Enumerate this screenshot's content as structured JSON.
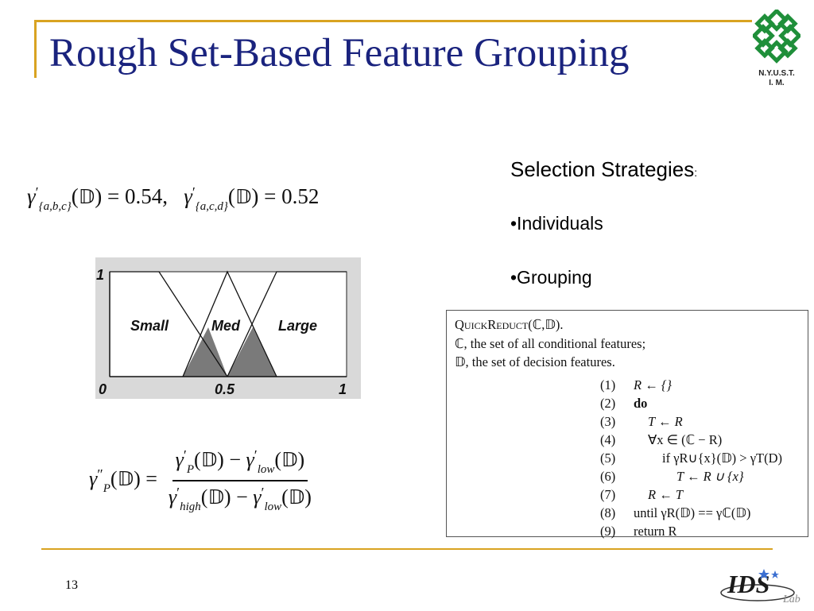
{
  "slide": {
    "title": "Rough Set-Based Feature Grouping",
    "page_number": "13",
    "logo_text_line1": "N.Y.U.S.T.",
    "logo_text_line2": "I. M.",
    "lab_logo_text": "IDS",
    "lab_logo_sub": "Lab",
    "accent_color": "#d9a321",
    "title_color": "#1a237e"
  },
  "formula_top": {
    "gamma1_sub": "{a,b,c}",
    "gamma1_value": "0.54",
    "gamma2_sub": "{a,c,d}",
    "gamma2_value": "0.52"
  },
  "fuzzy_chart": {
    "labels": [
      "Small",
      "Med",
      "Large"
    ],
    "y_tick": "1",
    "x_ticks": [
      "0",
      "0.5",
      "1"
    ]
  },
  "formula_bottom": {
    "lhs_sub": "P",
    "num_a_sub": "P",
    "num_b_sub": "low",
    "den_a_sub": "high",
    "den_b_sub": "low"
  },
  "strategies": {
    "heading": "Selection Strategies",
    "colon": ":",
    "items": [
      "•Individuals",
      "•Grouping"
    ]
  },
  "algorithm": {
    "name": "QuickReduct",
    "args": "(ℂ,𝔻).",
    "desc1": "ℂ, the set of all conditional features;",
    "desc2": "𝔻, the set of decision features.",
    "steps": [
      {
        "num": "(1)",
        "text": "R ← {}"
      },
      {
        "num": "(2)",
        "text": "do"
      },
      {
        "num": "(3)",
        "text": "T ← R"
      },
      {
        "num": "(4)",
        "text": "∀x ∈ (ℂ − R)"
      },
      {
        "num": "(5)",
        "text": "if γR∪{x}(𝔻) > γT(D)"
      },
      {
        "num": "(6)",
        "text": "T ← R ∪ {x}"
      },
      {
        "num": "(7)",
        "text": "R ← T"
      },
      {
        "num": "(8)",
        "text": "until γR(𝔻) == γℂ(𝔻)"
      },
      {
        "num": "(9)",
        "text": "return R"
      }
    ]
  }
}
